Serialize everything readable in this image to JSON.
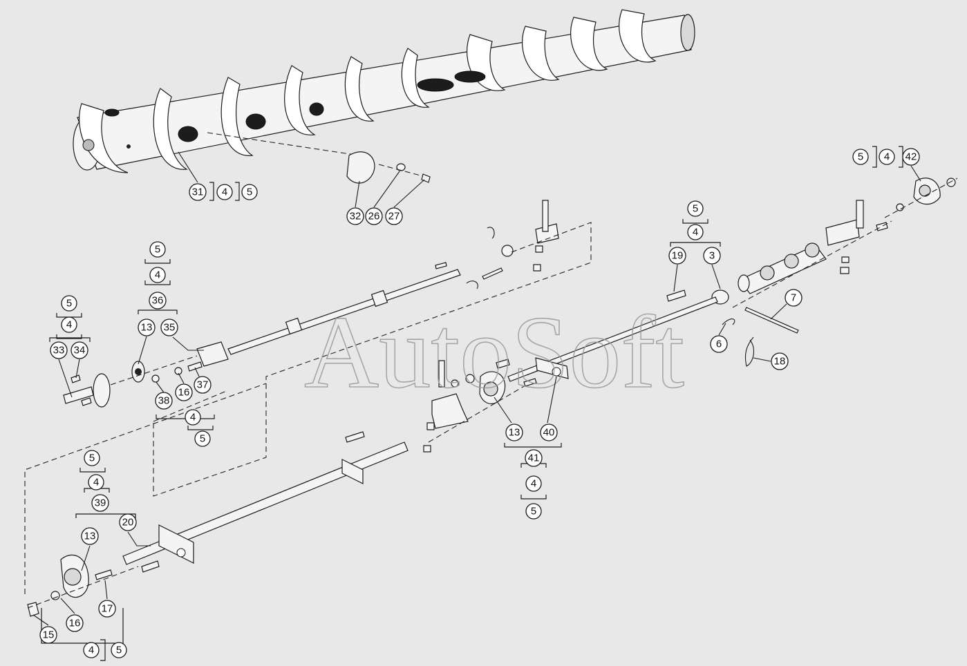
{
  "watermark": "AutoSoft",
  "labels": {
    "n3": "3",
    "n4": "4",
    "n5": "5",
    "n6": "6",
    "n7": "7",
    "n13": "13",
    "n15": "15",
    "n16": "16",
    "n17": "17",
    "n18": "18",
    "n19": "19",
    "n20": "20",
    "n26": "26",
    "n27": "27",
    "n31": "31",
    "n32": "32",
    "n33": "33",
    "n34": "34",
    "n35": "35",
    "n36": "36",
    "n37": "37",
    "n38": "38",
    "n39": "39",
    "n40": "40",
    "n41": "41",
    "n42": "42"
  }
}
